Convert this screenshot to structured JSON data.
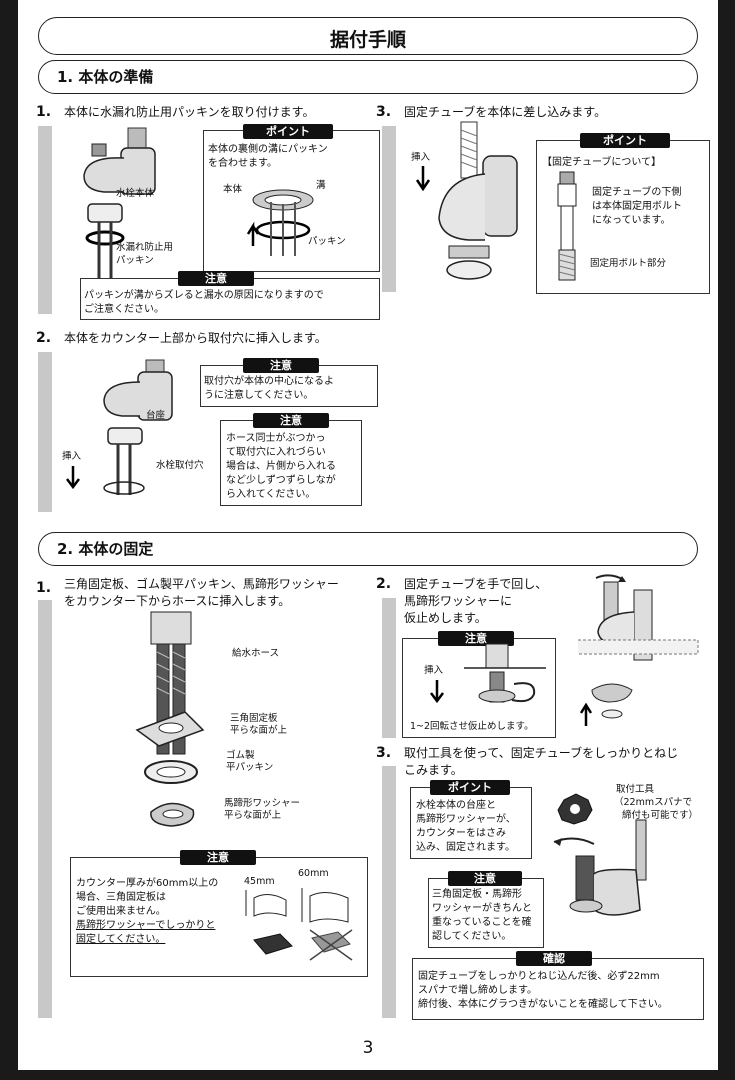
{
  "title": "据付手順",
  "section1": {
    "heading": "1. 本体の準備",
    "step1": {
      "num": "1.",
      "text": "本体に水漏れ防止用パッキンを取り付けます。",
      "point_tag": "ポイント",
      "point_text_1": "本体の裏側の溝にパッキン",
      "point_text_2": "を合わせます。",
      "label_body": "水栓本体",
      "label_packing_1": "水漏れ防止用",
      "label_packing_2": "パッキン",
      "label_hontai": "本体",
      "label_groove": "溝",
      "label_packing": "パッキン",
      "caution_tag": "注意",
      "caution_1": "パッキンが溝からズレると漏水の原因になりますので",
      "caution_2": "ご注意ください。"
    },
    "step2": {
      "num": "2.",
      "text": "本体をカウンター上部から取付穴に挿入します。",
      "caution_tag_1": "注意",
      "caution1_1": "取付穴が本体の中心になるよ",
      "caution1_2": "うに注意してください。",
      "caution_tag_2": "注意",
      "caution2_1": "ホース同士がぶつかっ",
      "caution2_2": "て取付穴に入れづらい",
      "caution2_3": "場合は、片側から入れる",
      "caution2_4": "など少しずつずらしなが",
      "caution2_5": "ら入れてください。",
      "label_insert": "挿入",
      "label_base": "台座",
      "label_hole": "水栓取付穴"
    },
    "step3": {
      "num": "3.",
      "text": "固定チューブを本体に差し込みます。",
      "label_insert": "挿入",
      "point_tag": "ポイント",
      "point_heading": "【固定チューブについて】",
      "point_1": "固定チューブの下側",
      "point_2": "は本体固定用ボルト",
      "point_3": "になっています。",
      "label_bolt": "固定用ボルト部分"
    }
  },
  "section2": {
    "heading": "2. 本体の固定",
    "step1": {
      "num": "1.",
      "text_1": "三角固定板、ゴム製平パッキン、馬蹄形ワッシャー",
      "text_2": "をカウンター下からホースに挿入します。",
      "label_hose": "給水ホース",
      "label_triangle_1": "三角固定板",
      "label_triangle_2": "平らな面が上",
      "label_rubber_1": "ゴム製",
      "label_rubber_2": "平パッキン",
      "label_washer_1": "馬蹄形ワッシャー",
      "label_washer_2": "平らな面が上",
      "caution_tag": "注意",
      "caution_1": "カウンター厚みが60mm以上の",
      "caution_2": "場合、三角固定板は",
      "caution_3": "ご使用出来ません。",
      "caution_4": "馬蹄形ワッシャーでしっかりと",
      "caution_5": "固定してください。",
      "dim_45": "45mm",
      "dim_60": "60mm"
    },
    "step2": {
      "num": "2.",
      "text_1": "固定チューブを手で回し、",
      "text_2": "馬蹄形ワッシャーに",
      "text_3": "仮止めします。",
      "caution_tag": "注意",
      "label_insert": "挿入",
      "caution_text": "1~2回転させ仮止めします。"
    },
    "step3": {
      "num": "3.",
      "text_1": "取付工具を使って、固定チューブをしっかりとねじ",
      "text_2": "こみます。",
      "point_tag": "ポイント",
      "point_1": "水栓本体の台座と",
      "point_2": "馬蹄形ワッシャーが、",
      "point_3": "カウンターをはさみ",
      "point_4": "込み、固定されます。",
      "tool_1": "取付工具",
      "tool_2": "（22mmスパナで",
      "tool_3": "締付も可能です）",
      "caution_tag": "注意",
      "caution_1": "三角固定板・馬蹄形",
      "caution_2": "ワッシャーがきちんと",
      "caution_3": "重なっていることを確",
      "caution_4": "認してください。",
      "confirm_tag": "確認",
      "confirm_1": "固定チューブをしっかりとねじ込んだ後、必ず22mm",
      "confirm_2": "スパナで増し締めします。",
      "confirm_3": "締付後、本体にグラつきがないことを確認して下さい。"
    }
  },
  "page_number": "3"
}
